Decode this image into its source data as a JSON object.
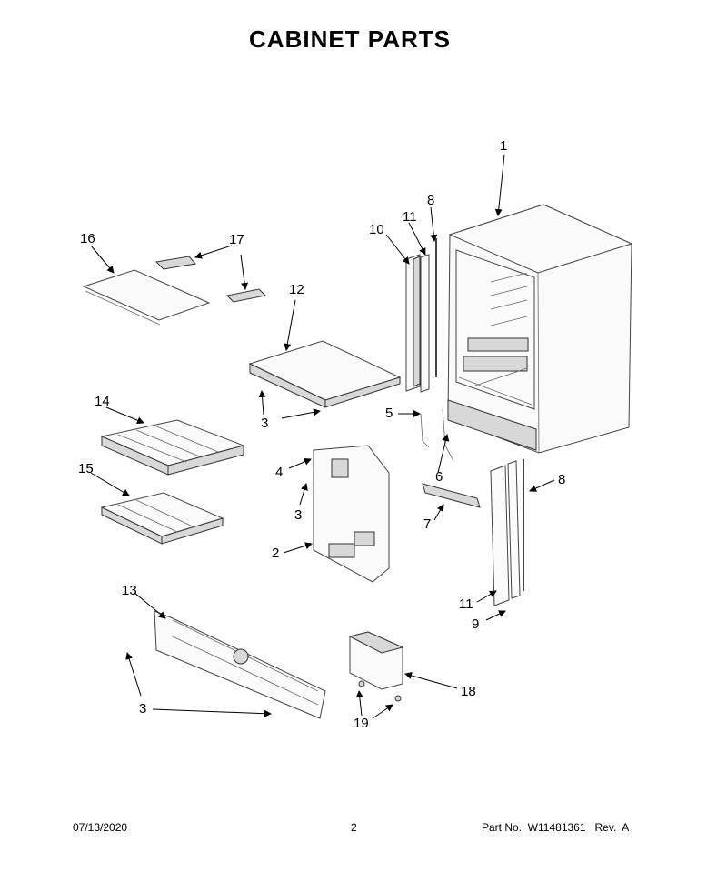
{
  "title": "CABINET PARTS",
  "callouts": {
    "c1": "1",
    "c2": "2",
    "c3a": "3",
    "c3b": "3",
    "c3c": "3",
    "c4": "4",
    "c5": "5",
    "c6": "6",
    "c7": "7",
    "c8a": "8",
    "c8b": "8",
    "c9": "9",
    "c10": "10",
    "c11a": "11",
    "c11b": "11",
    "c12": "12",
    "c13": "13",
    "c14": "14",
    "c15": "15",
    "c16": "16",
    "c17": "17",
    "c18": "18",
    "c19": "19"
  },
  "footer": {
    "date": "07/13/2020",
    "page": "2",
    "part": "Part No.  W11481361   Rev.  A"
  }
}
